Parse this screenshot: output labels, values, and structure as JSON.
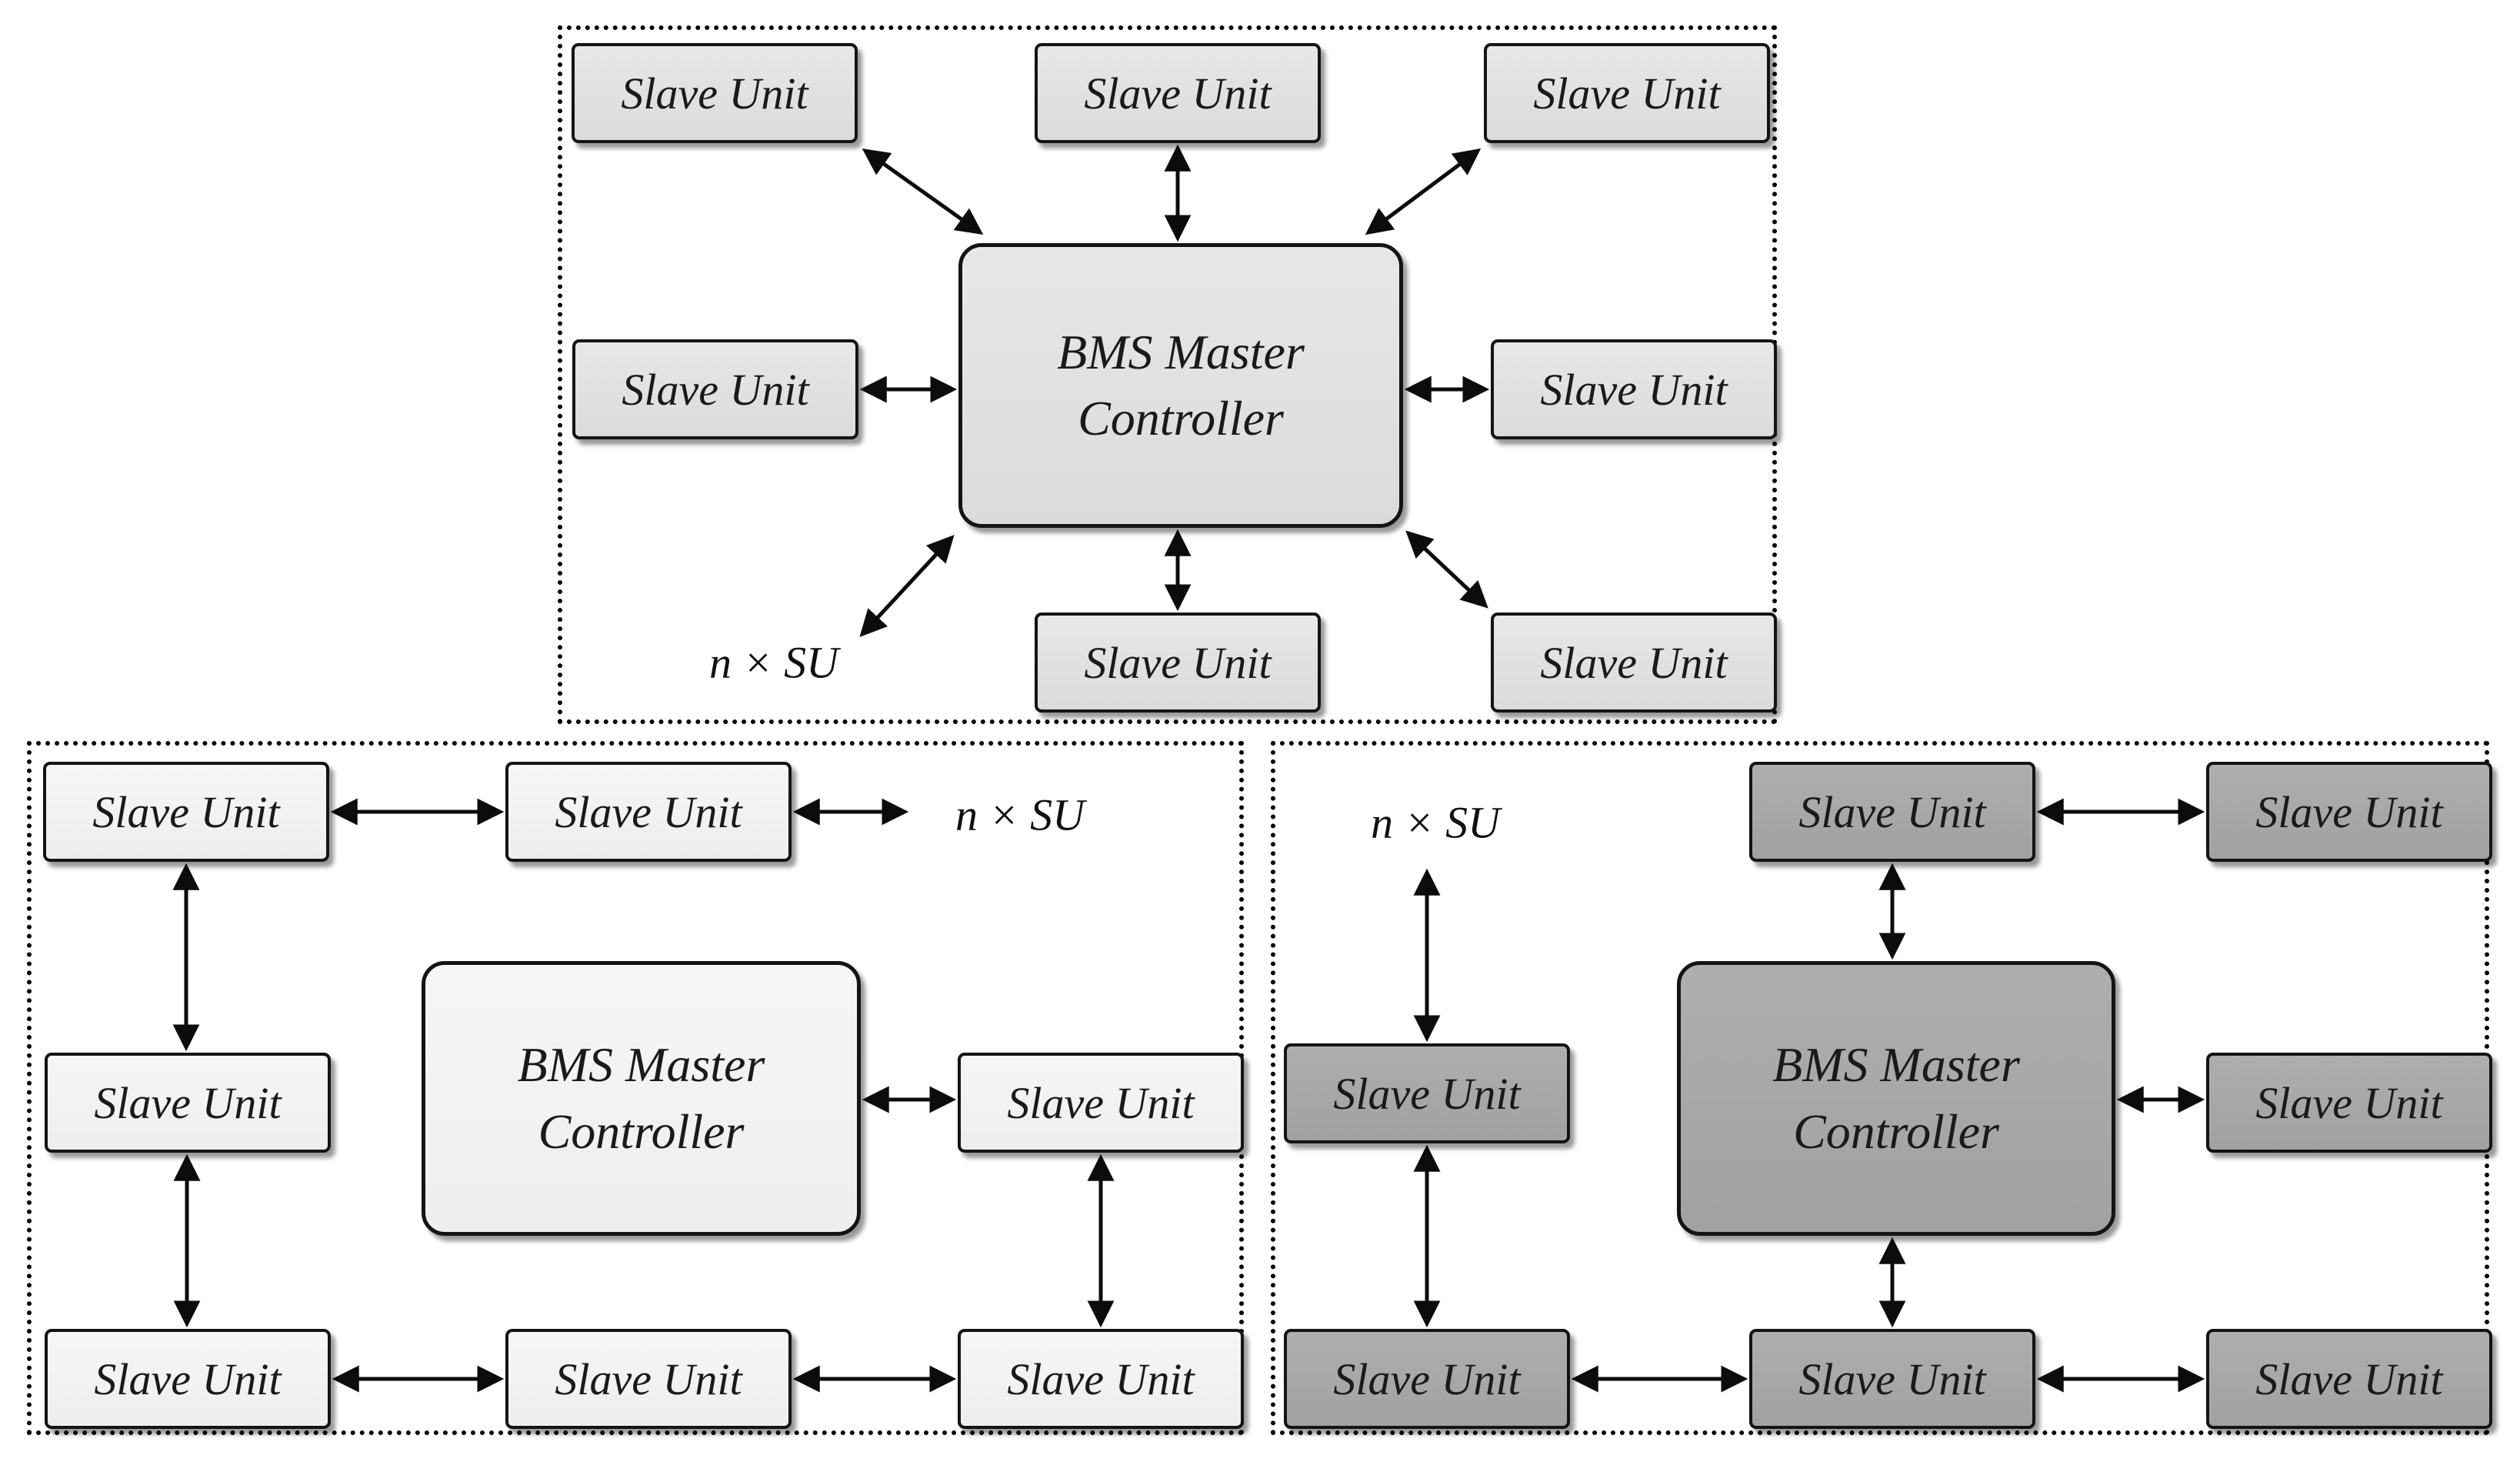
{
  "colors": {
    "background": "#ffffff",
    "panel_border": "#000000",
    "box_border": "#141414",
    "arrow": "#0c0c0c",
    "star_box_fill": "#e0e0e0",
    "ring_box_fill": "#f2f2f2",
    "hybrid_box_fill": "#a9a9a9"
  },
  "panels": {
    "star": {
      "master": {
        "line1": "BMS Master",
        "line2": "Controller"
      },
      "slaves": {
        "top_left": "Slave Unit",
        "top_center": "Slave Unit",
        "top_right": "Slave Unit",
        "mid_left": "Slave Unit",
        "mid_right": "Slave Unit",
        "bottom_center": "Slave Unit",
        "bottom_right": "Slave Unit"
      },
      "n_su_label": "n × SU"
    },
    "ring": {
      "master": {
        "line1": "BMS Master",
        "line2": "Controller"
      },
      "slaves": {
        "top_left": "Slave Unit",
        "top_center": "Slave Unit",
        "mid_left": "Slave Unit",
        "mid_right": "Slave Unit",
        "bottom_left": "Slave Unit",
        "bottom_center": "Slave Unit",
        "bottom_right": "Slave Unit"
      },
      "n_su_label": "n × SU"
    },
    "hybrid": {
      "master": {
        "line1": "BMS Master",
        "line2": "Controller"
      },
      "slaves": {
        "top_center": "Slave Unit",
        "top_right": "Slave Unit",
        "mid_left": "Slave Unit",
        "mid_right": "Slave Unit",
        "bottom_left": "Slave Unit",
        "bottom_center": "Slave Unit",
        "bottom_right": "Slave Unit"
      },
      "n_su_label": "n × SU"
    }
  }
}
